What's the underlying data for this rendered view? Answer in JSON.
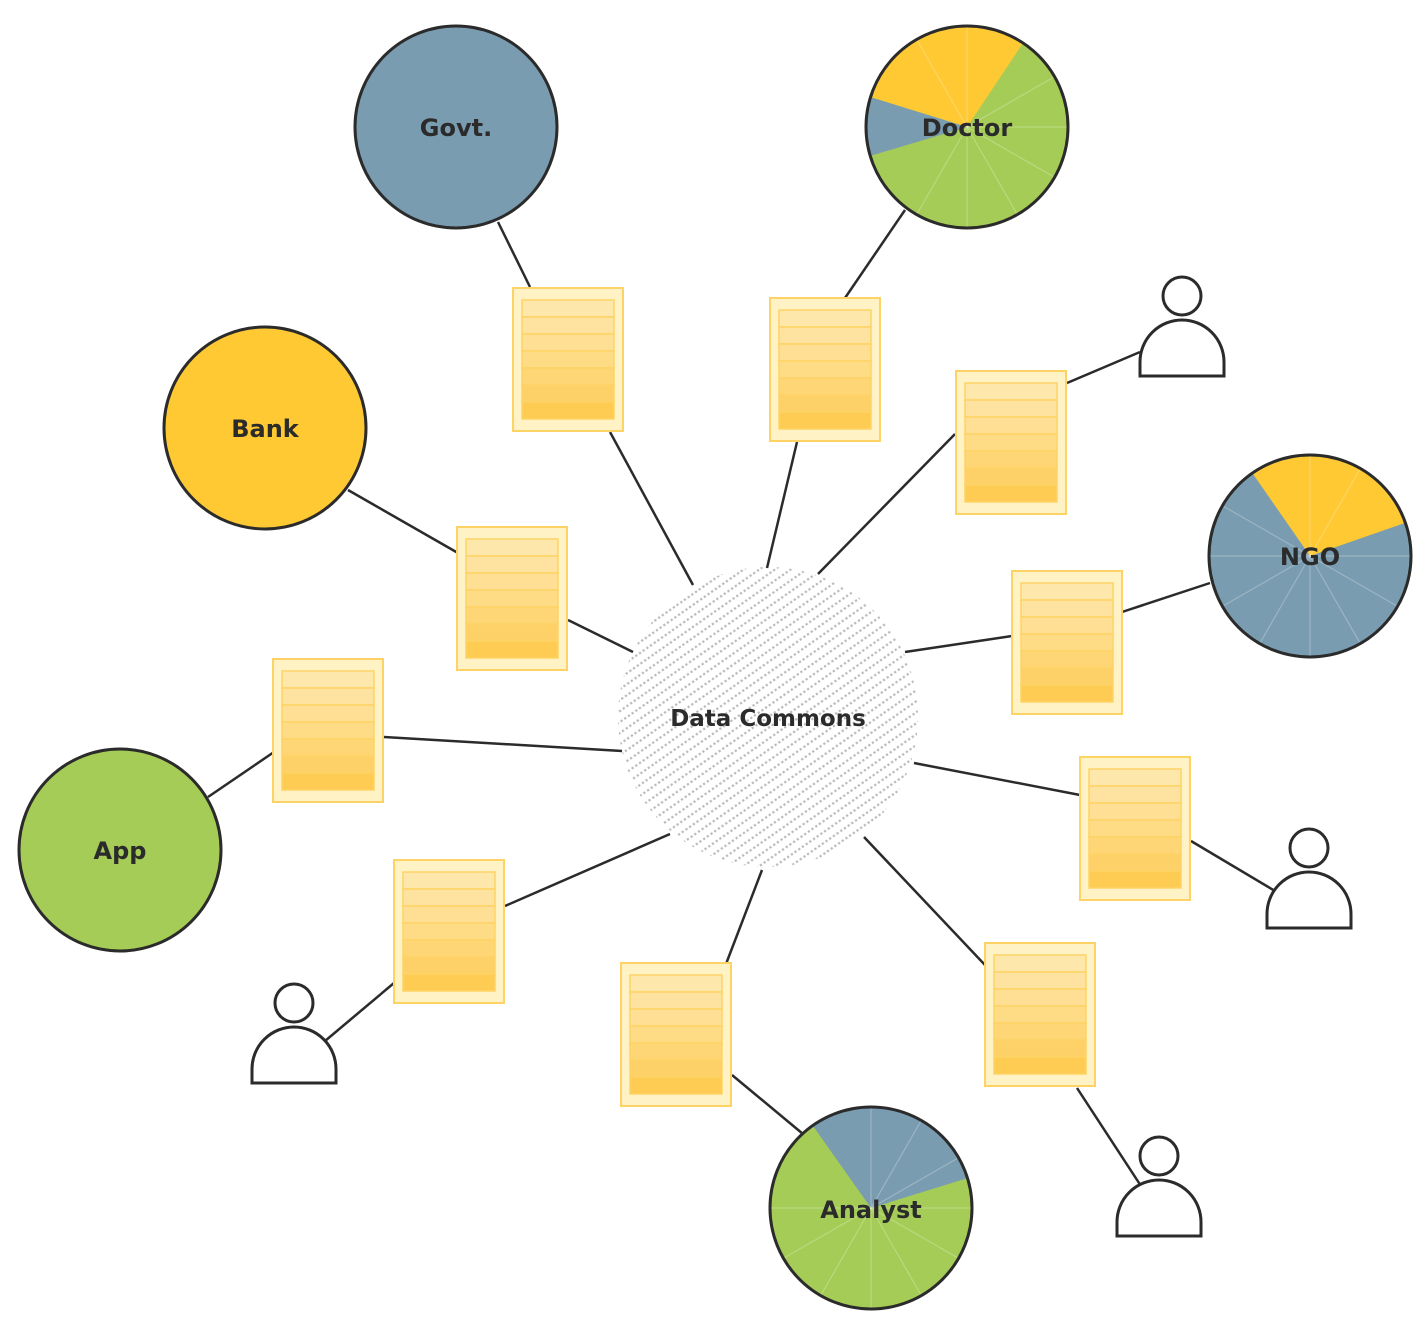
{
  "hub": {
    "label": "Data Commons"
  },
  "colors": {
    "slate": "#7a9cb0",
    "yellow": "#fec933",
    "green": "#a5cc56",
    "outline": "#2b2b2b",
    "doc_bg": "#fff2c4",
    "doc_border": "#fed366",
    "hub_hatch": "#b9b9b9"
  },
  "nodes": [
    {
      "label": "Govt.",
      "fill": "slate"
    },
    {
      "label": "Bank",
      "fill": "yellow"
    },
    {
      "label": "App",
      "fill": "green"
    },
    {
      "label": "Doctor",
      "fill": "pie-yellow-slate-green"
    },
    {
      "label": "NGO",
      "fill": "pie-slate-yellow"
    },
    {
      "label": "Analyst",
      "fill": "pie-green-slate"
    }
  ],
  "person_icons": [
    "person-icon",
    "person-icon",
    "person-icon",
    "person-icon",
    "person-icon"
  ],
  "document_icons": 10
}
